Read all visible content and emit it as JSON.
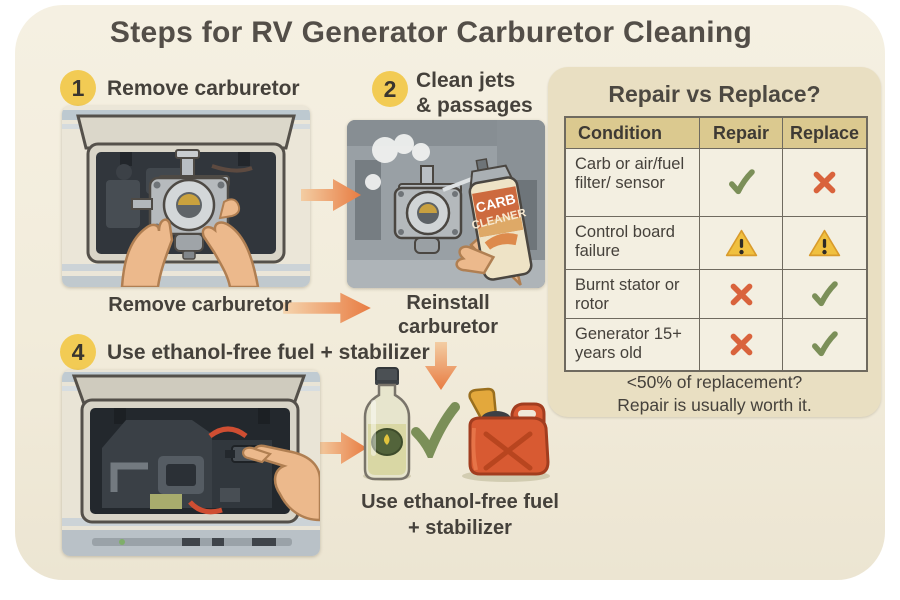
{
  "title": "Steps for RV Generator Carburetor Cleaning",
  "steps": {
    "step1": {
      "number": "1",
      "label": "Remove carburetor"
    },
    "step2": {
      "number": "2",
      "label_line1": "Clean jets",
      "label_line2": "& passages"
    },
    "step4": {
      "number": "4",
      "label": "Use ethanol-free fuel + stabilizer"
    }
  },
  "captions": {
    "remove": "Remove carburetor",
    "reinstall_line1": "Reinstall",
    "reinstall_line2": "carburetor",
    "fuel_line1": "Use ethanol-free fuel",
    "fuel_line2": "+ stabilizer"
  },
  "illustrations": {
    "spray_can_line1": "CARB",
    "spray_can_line2": "CLEANER"
  },
  "panel": {
    "title": "Repair vs Replace?",
    "table": {
      "headers": [
        "Condition",
        "Repair",
        "Replace"
      ],
      "rows": [
        {
          "condition": "Carb or air/fuel filter/ sensor",
          "repair": "check",
          "replace": "x"
        },
        {
          "condition": "Control board failure",
          "repair": "warn",
          "replace": "warn"
        },
        {
          "condition": "Burnt stator or rotor",
          "repair": "x",
          "replace": "check"
        },
        {
          "condition": "Generator 15+ years old",
          "repair": "x",
          "replace": "check"
        }
      ]
    },
    "footer_line1": "<50% of replacement?",
    "footer_line2": "Repair is usually worth it."
  },
  "colors": {
    "badge_yellow": "#f2cb54",
    "arrow_orange": "#e87c42",
    "check_green": "#7b8f58",
    "cross_red": "#d9633c",
    "warning_yellow": "#f0c03f",
    "panel_tan": "#e9dfc2",
    "header_khaki": "#dbc98f",
    "card_cream": "#f2ecdb"
  }
}
